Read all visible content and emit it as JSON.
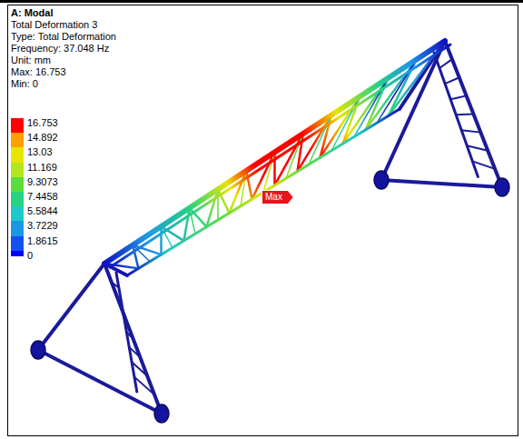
{
  "diagram": {
    "title": "A: Modal",
    "nodes": [
      {
        "text": [
          "Max"
        ]
      }
    ],
    "labels": [
      "Total Deformation 3",
      "Type: Total Deformation",
      "Frequency: 37.048 Hz",
      "Unit: mm",
      "Max: 16.753",
      "Min: 0",
      "0"
    ],
    "legend": [
      {
        "text": "16.753",
        "color": "#ff0000"
      },
      {
        "text": "14.892",
        "color": "#ffa000"
      },
      {
        "text": "13.03",
        "color": "#e6e600"
      },
      {
        "text": "11.169",
        "color": "#b4e61e"
      },
      {
        "text": "9.3073",
        "color": "#5adc3c"
      },
      {
        "text": "7.4458",
        "color": "#28d282"
      },
      {
        "text": "5.5844",
        "color": "#1ec8c8"
      },
      {
        "text": "3.7229",
        "color": "#1e96e6"
      },
      {
        "text": "1.8615",
        "color": "#1450f0"
      }
    ]
  }
}
